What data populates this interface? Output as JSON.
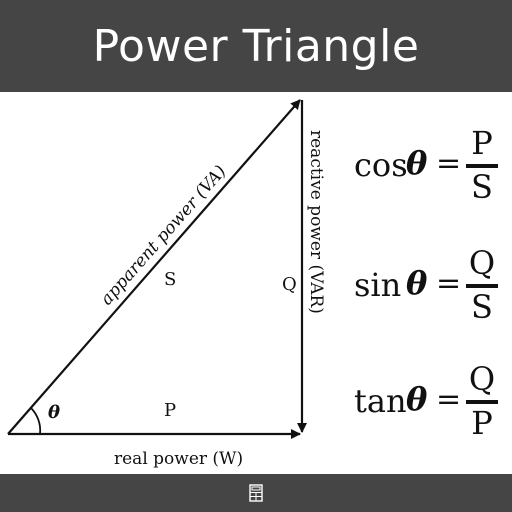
{
  "header": {
    "title": "Power Triangle"
  },
  "diagram": {
    "labels": {
      "hypotenuse": "apparent power (VA)",
      "vertical": "reactive power (VAR)",
      "base": "real power (W)",
      "S": "S",
      "Q": "Q",
      "P": "P",
      "angle": "θ"
    }
  },
  "formulas": [
    {
      "fn": "cos",
      "theta": "θ",
      "eq": "=",
      "num": "P",
      "den": "S"
    },
    {
      "fn": "sin",
      "theta": "θ",
      "eq": "=",
      "num": "Q",
      "den": "S"
    },
    {
      "fn": "tan",
      "theta": "θ",
      "eq": "=",
      "num": "Q",
      "den": "P"
    }
  ],
  "footer": {
    "icon": "calculator-icon"
  },
  "colors": {
    "header_bg": "#454545",
    "header_text": "#ffffff",
    "footer_bg": "#454545",
    "ink": "#111111",
    "background": "#ffffff"
  }
}
